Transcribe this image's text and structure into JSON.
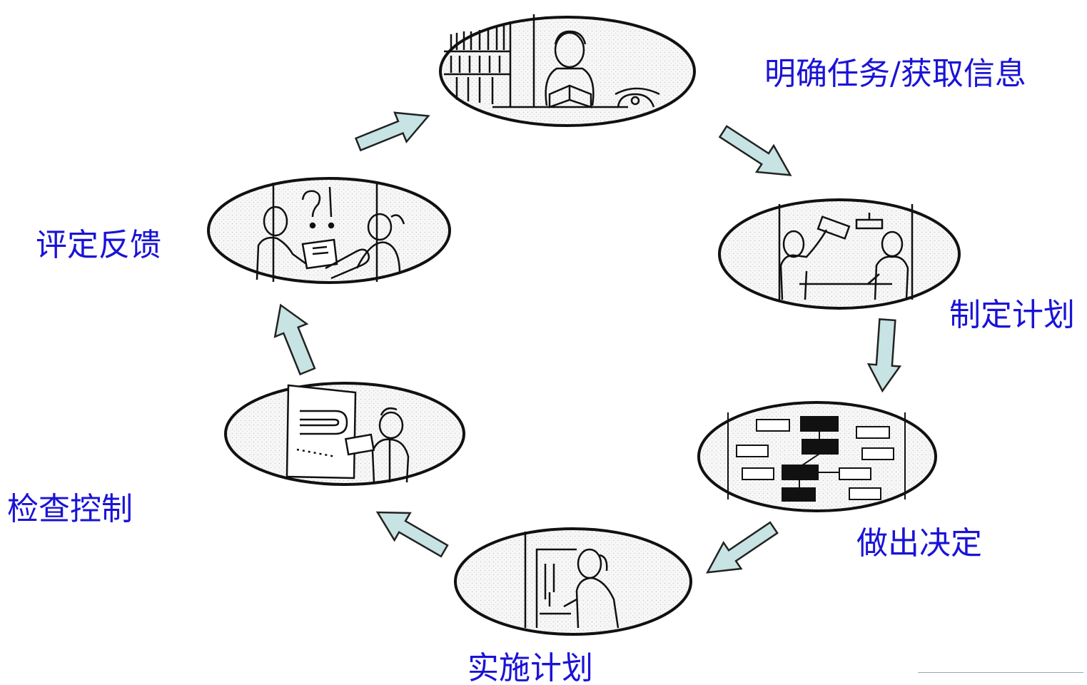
{
  "diagram": {
    "type": "cycle",
    "accent_color": "#1a13d6",
    "arrow_color": "#c7e3e3",
    "steps": [
      {
        "id": "step1",
        "label": "明确任务/获取信息",
        "scene": "person-reading-at-desk-icon"
      },
      {
        "id": "step2",
        "label": "制定计划",
        "scene": "two-people-at-planning-board-icon"
      },
      {
        "id": "step3",
        "label": "做出决定",
        "scene": "decision-flowchart-board-icon"
      },
      {
        "id": "step4",
        "label": "实施计划",
        "scene": "worker-at-drill-press-icon"
      },
      {
        "id": "step5",
        "label": "检查控制",
        "scene": "worker-checking-drawing-icon"
      },
      {
        "id": "step6",
        "label": "评定反馈",
        "scene": "two-people-discussing-icon"
      }
    ]
  }
}
